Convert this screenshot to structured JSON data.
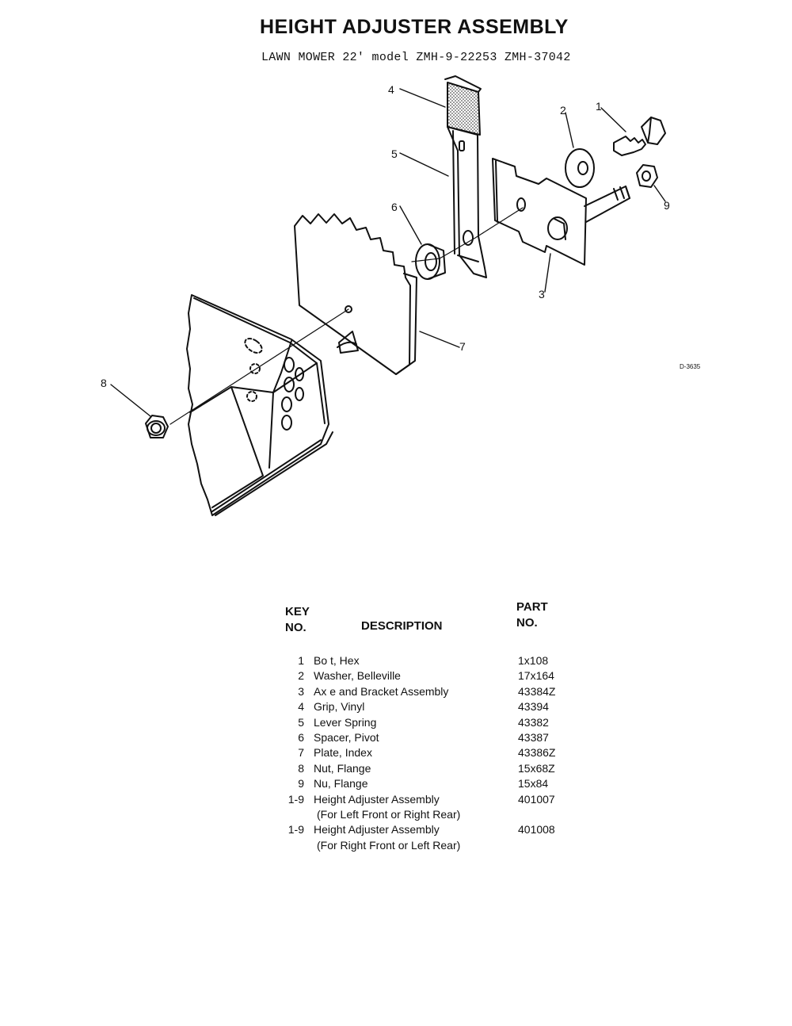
{
  "header": {
    "title": "HEIGHT ADJUSTER ASSEMBLY",
    "subtitle": "LAWN MOWER 22' model ZMH-9-22253 ZMH-37042"
  },
  "diagram": {
    "callouts": [
      "1",
      "2",
      "3",
      "4",
      "5",
      "6",
      "7",
      "8",
      "9"
    ],
    "drawing_code": "D-3635"
  },
  "table": {
    "key_header_1": "KEY",
    "key_header_2": "NO.",
    "desc_header": "DESCRIPTION",
    "part_header_1": "PART",
    "part_header_2": "NO.",
    "rows": [
      {
        "key": "1",
        "desc": "Bo t, Hex",
        "part": "1x108"
      },
      {
        "key": "2",
        "desc": "Washer, Belleville",
        "part": "17x164"
      },
      {
        "key": "3",
        "desc": "Ax e and Bracket Assembly",
        "part": "43384Z"
      },
      {
        "key": "4",
        "desc": "Grip, Vinyl",
        "part": "43394"
      },
      {
        "key": "5",
        "desc": "Lever Spring",
        "part": "43382"
      },
      {
        "key": "6",
        "desc": "Spacer, Pivot",
        "part": "43387"
      },
      {
        "key": "7",
        "desc": "Plate, Index",
        "part": "43386Z"
      },
      {
        "key": "8",
        "desc": "Nut, Flange",
        "part": "15x68Z"
      },
      {
        "key": "9",
        "desc": "Nu, Flange",
        "part": "15x84"
      },
      {
        "key": "1-9",
        "desc": "Height Adjuster Assembly",
        "part": "401007"
      },
      {
        "key": "",
        "desc": "(For Left Front or Right Rear)",
        "part": ""
      },
      {
        "key": "1-9",
        "desc": "Height Adjuster Assembly",
        "part": "401008"
      },
      {
        "key": "",
        "desc": "(For Right Front or Left Rear)",
        "part": ""
      }
    ]
  }
}
